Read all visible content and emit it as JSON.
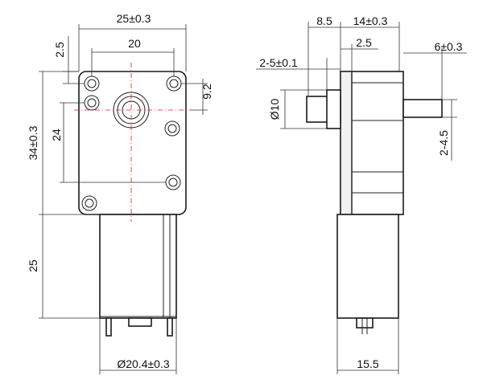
{
  "front_view": {
    "width_label": "25±0.3",
    "hole_spacing_label": "20",
    "top_offset_label": "2.5",
    "right_offset_label": "9.2",
    "height_label": "34±0.3",
    "inner_height_label": "24",
    "motor_length_label": "25",
    "motor_diameter_label": "Ø20.4±0.3"
  },
  "side_view": {
    "offset_label": "8.5",
    "gearbox_depth_label": "14±0.3",
    "flange_label": "2.5",
    "shaft_length_label": "6±0.3",
    "flat_label": "2-5±0.1",
    "shaft_diameter_label": "Ø10",
    "flat_depth_label": "2-4.5",
    "motor_width_label": "15.5"
  },
  "colors": {
    "centerline": "#e11d1d",
    "outline": "#1a1a1a"
  }
}
